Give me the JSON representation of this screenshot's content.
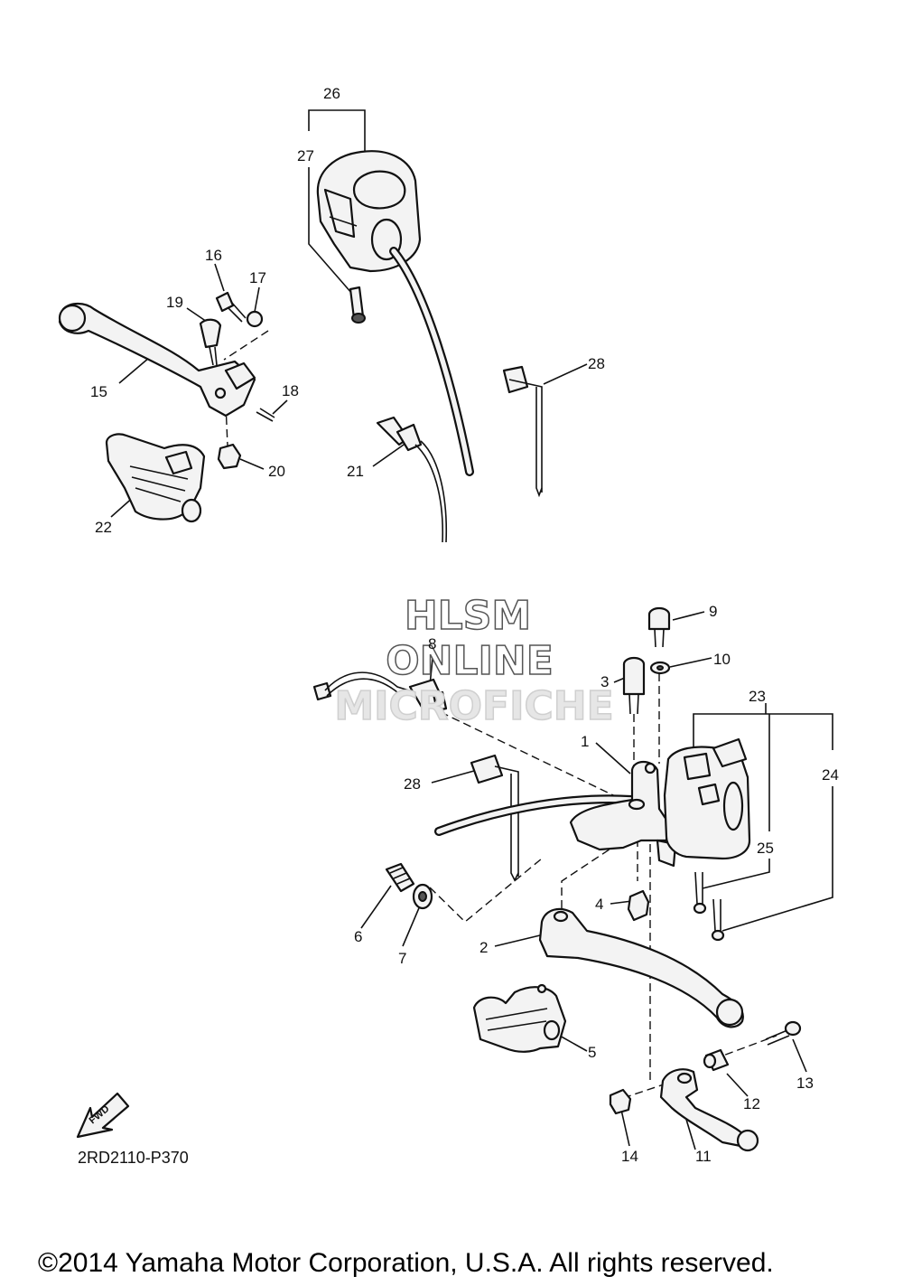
{
  "diagram": {
    "callouts": [
      "1",
      "2",
      "3",
      "4",
      "5",
      "6",
      "7",
      "8",
      "9",
      "10",
      "11",
      "12",
      "13",
      "14",
      "15",
      "16",
      "17",
      "18",
      "19",
      "20",
      "21",
      "22",
      "23",
      "24",
      "25",
      "26",
      "27",
      "28",
      "28"
    ],
    "watermark": {
      "line1": "HLSM",
      "line2": "ONLINE",
      "line3": "MICROFICHE"
    },
    "fwd_label": "FWD",
    "drawing_code": "2RD2110-P370"
  },
  "footer": {
    "copyright": "©2014 Yamaha Motor Corporation, U.S.A. All rights reserved."
  }
}
